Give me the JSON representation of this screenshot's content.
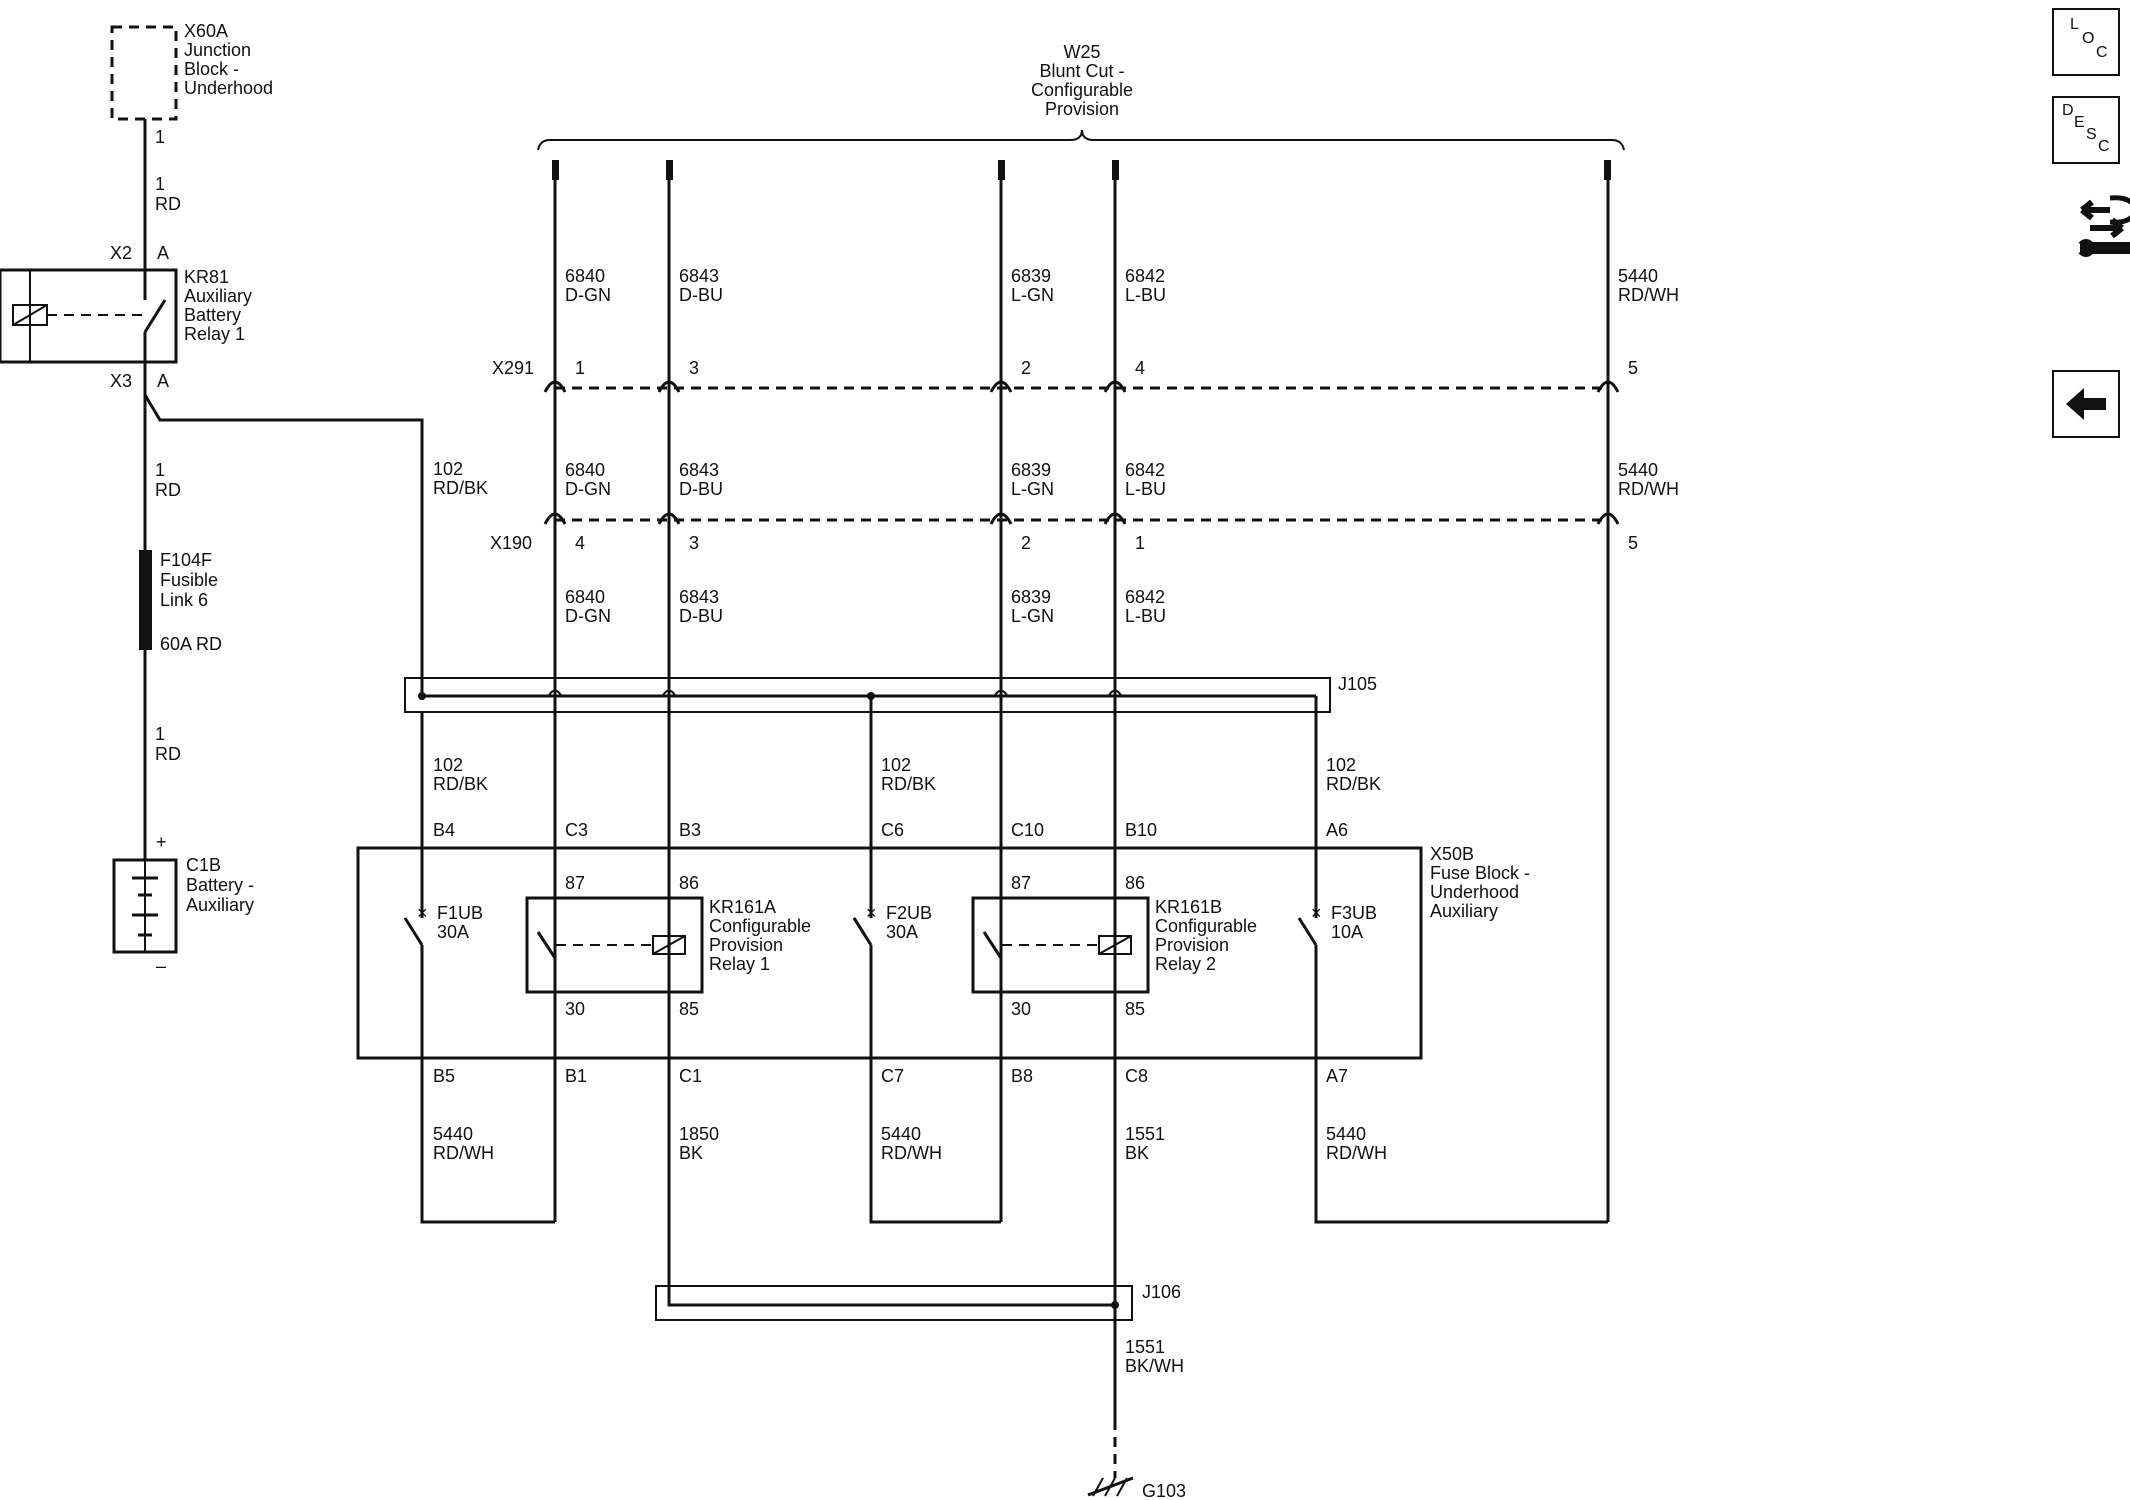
{
  "components": {
    "x60a": {
      "ref": "X60A",
      "name": [
        "Junction",
        "Block -",
        "Underhood"
      ],
      "pin": "1"
    },
    "kr81": {
      "ref": "KR81",
      "name": [
        "Auxiliary",
        "Battery",
        "Relay 1"
      ],
      "top_conn": "X2",
      "top_pin": "A",
      "bot_conn": "X3",
      "bot_pin": "A"
    },
    "f104f": {
      "ref": "F104F",
      "name": [
        "Fusible",
        "Link 6"
      ],
      "rating": "60A RD"
    },
    "c1b": {
      "ref": "C1B",
      "name": [
        "Battery -",
        "Auxiliary"
      ],
      "plus": "+",
      "minus": "–"
    },
    "w25": {
      "ref": "W25",
      "name": [
        "Blunt Cut -",
        "Configurable",
        "Provision"
      ]
    },
    "x291": {
      "ref": "X291",
      "pins": [
        "1",
        "3",
        "2",
        "4",
        "5"
      ]
    },
    "x190": {
      "ref": "X190",
      "pins": [
        "4",
        "3",
        "2",
        "1",
        "5"
      ]
    },
    "j105": {
      "ref": "J105"
    },
    "j106": {
      "ref": "J106"
    },
    "x50b": {
      "ref": "X50B",
      "name": [
        "Fuse Block -",
        "Underhood",
        "Auxiliary"
      ],
      "top_pins": [
        "B4",
        "C3",
        "B3",
        "C6",
        "C10",
        "B10",
        "A6"
      ],
      "bottom_pins": [
        "B5",
        "B1",
        "C1",
        "C7",
        "B8",
        "C8",
        "A7"
      ]
    },
    "kr161a": {
      "ref": "KR161A",
      "name": [
        "Configurable",
        "Provision",
        "Relay 1"
      ],
      "t87": "87",
      "t86": "86",
      "t30": "30",
      "t85": "85"
    },
    "kr161b": {
      "ref": "KR161B",
      "name": [
        "Configurable",
        "Provision",
        "Relay 2"
      ],
      "t87": "87",
      "t86": "86",
      "t30": "30",
      "t85": "85"
    },
    "f1ub": {
      "ref": "F1UB",
      "rating": "30A"
    },
    "f2ub": {
      "ref": "F2UB",
      "rating": "30A"
    },
    "f3ub": {
      "ref": "F3UB",
      "rating": "10A"
    },
    "g103": {
      "ref": "G103"
    }
  },
  "wires": {
    "rd1a": {
      "circuit": "1",
      "color": "RD"
    },
    "rd1b": {
      "circuit": "1",
      "color": "RD"
    },
    "rd1c": {
      "circuit": "1",
      "color": "RD"
    },
    "c102_top": {
      "circuit": "102",
      "color": "RD/BK"
    },
    "upper": [
      {
        "circuit": "6840",
        "color": "D-GN"
      },
      {
        "circuit": "6843",
        "color": "D-BU"
      },
      {
        "circuit": "6839",
        "color": "L-GN"
      },
      {
        "circuit": "6842",
        "color": "L-BU"
      },
      {
        "circuit": "5440",
        "color": "RD/WH"
      }
    ],
    "middle": [
      {
        "circuit": "6840",
        "color": "D-GN"
      },
      {
        "circuit": "6843",
        "color": "D-BU"
      },
      {
        "circuit": "6839",
        "color": "L-GN"
      },
      {
        "circuit": "6842",
        "color": "L-BU"
      },
      {
        "circuit": "5440",
        "color": "RD/WH"
      }
    ],
    "lower": [
      {
        "circuit": "6840",
        "color": "D-GN"
      },
      {
        "circuit": "6843",
        "color": "D-BU"
      },
      {
        "circuit": "6839",
        "color": "L-GN"
      },
      {
        "circuit": "6842",
        "color": "L-BU"
      }
    ],
    "c102_feeds": [
      {
        "circuit": "102",
        "color": "RD/BK"
      },
      {
        "circuit": "102",
        "color": "RD/BK"
      },
      {
        "circuit": "102",
        "color": "RD/BK"
      }
    ],
    "bottom": [
      {
        "circuit": "5440",
        "color": "RD/WH"
      },
      {
        "circuit": "1850",
        "color": "BK"
      },
      {
        "circuit": "5440",
        "color": "RD/WH"
      },
      {
        "circuit": "1551",
        "color": "BK"
      },
      {
        "circuit": "5440",
        "color": "RD/WH"
      }
    ],
    "ground": {
      "circuit": "1551",
      "color": "BK/WH"
    }
  },
  "nav": {
    "loc": {
      "a": "L",
      "b": "O",
      "c": "C"
    },
    "desc": {
      "a": "D",
      "b": "E",
      "c": "S",
      "d": "C"
    },
    "icons": [
      "harness-connector-icon",
      "back-arrow-icon"
    ]
  }
}
